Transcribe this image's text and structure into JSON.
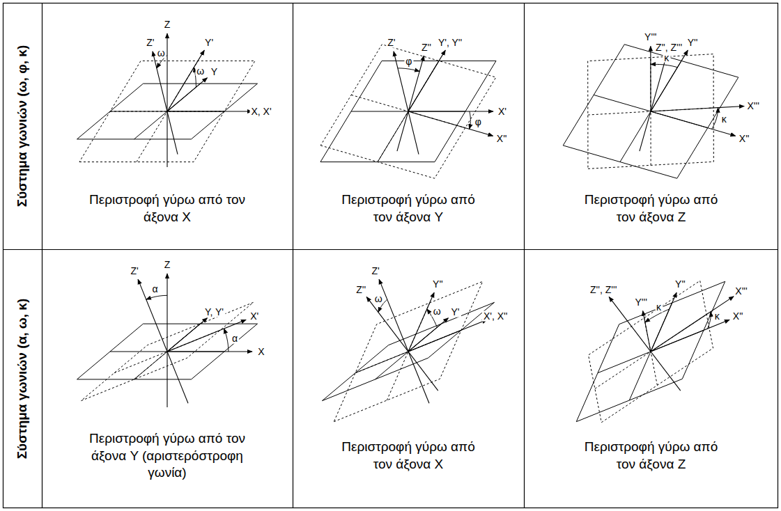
{
  "diagram": {
    "labels": [
      "Σύστημα γωνιών (ω, φ, κ)",
      "ω",
      "Z",
      "Z'",
      "Y'",
      "ω",
      "Y",
      "X, X'",
      "Περιστροφή γύρω από τον άξονα X",
      "Z''",
      "Z'",
      "φ",
      "Y', Y''",
      "X'",
      "φ",
      "X''",
      "Περιστροφή γύρω από τον άξονα Y",
      "Y'''",
      "κ",
      "Y''",
      "Z'', Z'''",
      "X'''",
      "κ",
      "X''",
      "Περιστροφή γύρω από τον άξονα Z",
      "Σύστημα γωνιών (α, ω, κ)",
      "α",
      "Z'",
      "Z",
      "Y, Y'",
      "X'",
      "α",
      "X",
      "Περιστροφή γύρω από τον άξονα Y (αριστερόστροφη γωνία)",
      "ω",
      "Z'",
      "Z''",
      "Y''",
      "ω",
      "Y'",
      "X', X''",
      "Περιστροφή γύρω από τον άξονα X",
      "Z'', Z'''",
      "Y'''",
      "Y''",
      "κ",
      "X'''",
      "κ",
      "X''",
      "Περιστροφή γύρω από τον άξονα Z"
    ]
  }
}
